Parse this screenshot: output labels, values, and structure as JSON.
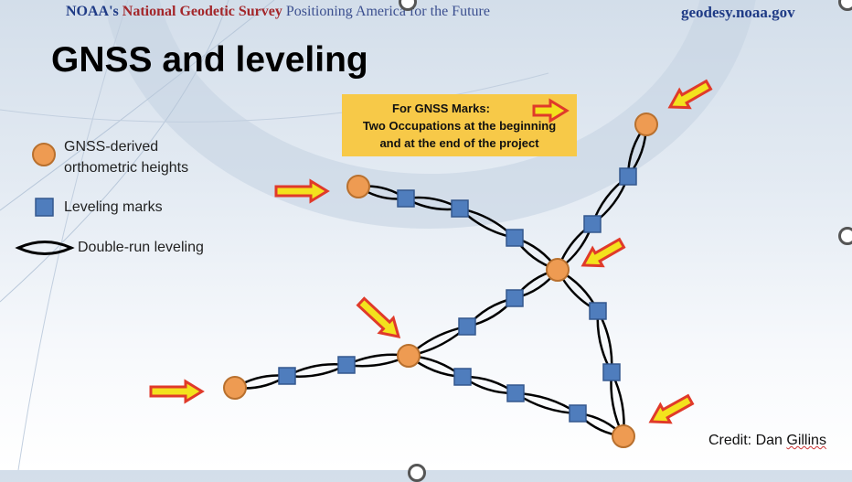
{
  "header": {
    "noaa": "NOAA's",
    "ngs": "National Geodetic Survey",
    "tagline": "Positioning America for the Future",
    "site": "geodesy.noaa.gov"
  },
  "title": "GNSS and leveling",
  "legend": {
    "gnss_line1": "GNSS-derived",
    "gnss_line2": "orthometric heights",
    "leveling": "Leveling marks",
    "double_run": "Double-run leveling"
  },
  "callout": {
    "line1": "For GNSS Marks:",
    "line2": "Two Occupations at the beginning",
    "line3": "and at the end of the project"
  },
  "credit": {
    "prefix": "Credit: Dan ",
    "name": "Gillins"
  },
  "colors": {
    "gnss": "#ee9b52",
    "leveling": "#4f7dbd",
    "arrow_fill": "#f3e21d",
    "arrow_stroke": "#e03a2a",
    "callout": "#f7c948"
  }
}
